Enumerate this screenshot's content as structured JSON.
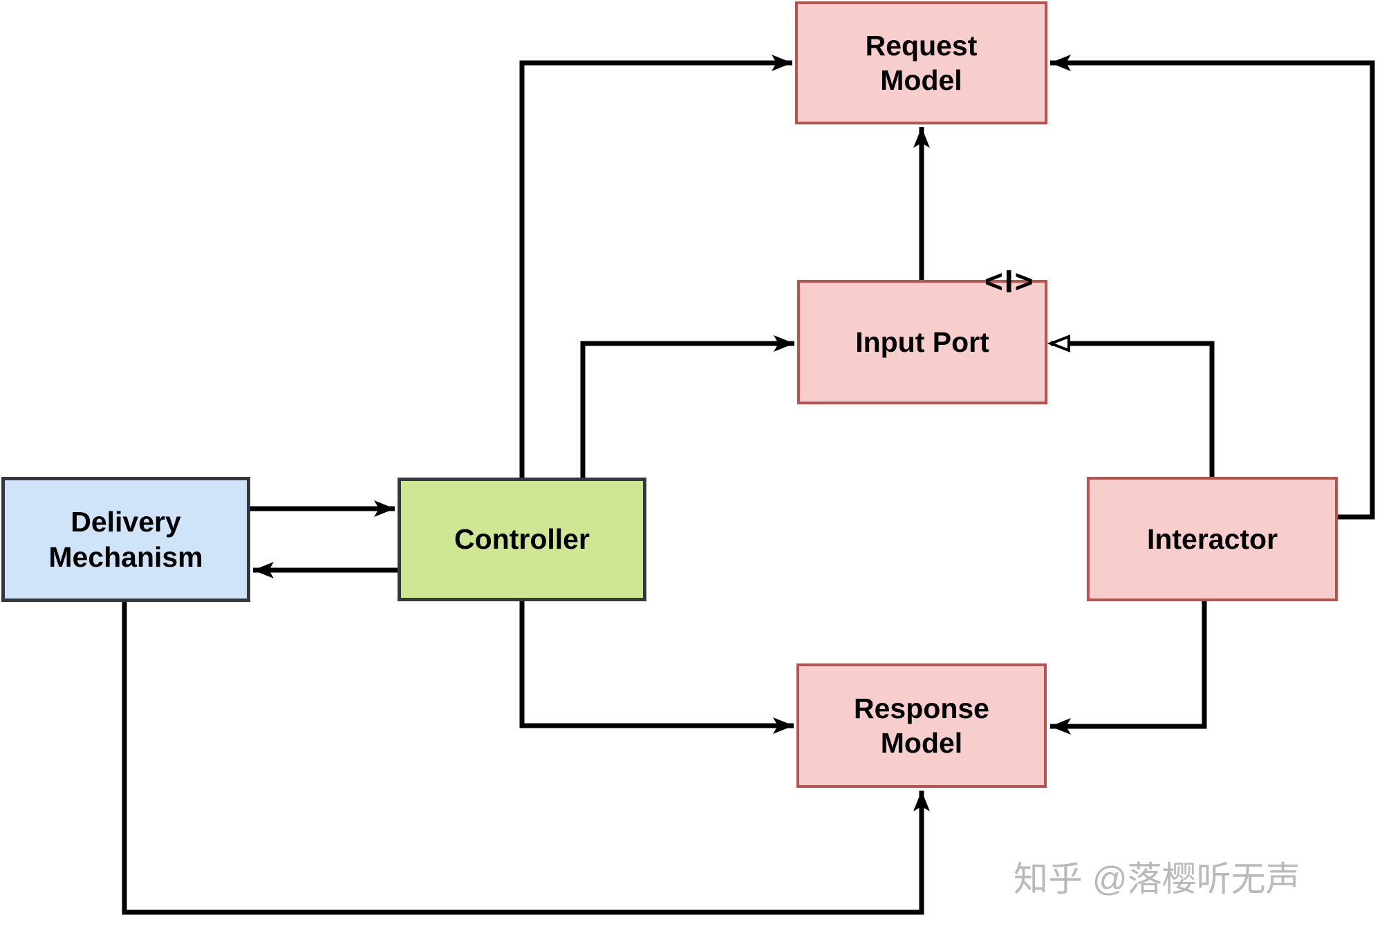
{
  "diagram": {
    "nodes": {
      "request_model": {
        "label": "Request\nModel"
      },
      "input_port": {
        "label": "Input Port",
        "stereotype": "<I>"
      },
      "interactor": {
        "label": "Interactor"
      },
      "response_model": {
        "label": "Response\nModel"
      },
      "controller": {
        "label": "Controller"
      },
      "delivery_mechanism": {
        "label": "Delivery\nMechanism"
      }
    },
    "edges": [
      {
        "from": "controller",
        "to": "request_model",
        "arrowhead": "solid"
      },
      {
        "from": "controller",
        "to": "input_port",
        "arrowhead": "solid"
      },
      {
        "from": "input_port",
        "to": "request_model",
        "arrowhead": "solid"
      },
      {
        "from": "interactor",
        "to": "request_model",
        "arrowhead": "solid"
      },
      {
        "from": "interactor",
        "to": "input_port",
        "arrowhead": "open"
      },
      {
        "from": "delivery_mechanism",
        "to": "controller",
        "arrowhead": "solid"
      },
      {
        "from": "controller",
        "to": "delivery_mechanism",
        "arrowhead": "solid"
      },
      {
        "from": "controller",
        "to": "response_model",
        "arrowhead": "solid"
      },
      {
        "from": "interactor",
        "to": "response_model",
        "arrowhead": "solid"
      },
      {
        "from": "delivery_mechanism",
        "to": "response_model",
        "arrowhead": "solid"
      }
    ],
    "colors": {
      "node_pink_fill": "#f8cecc",
      "node_pink_border": "#b85450",
      "node_blue_fill": "#cfe3f9",
      "node_green_fill": "#cfe795",
      "node_dark_border": "#32383e",
      "edge": "#000000",
      "watermark": "#b9b9b9"
    },
    "watermark": "知乎 @落樱听无声"
  }
}
